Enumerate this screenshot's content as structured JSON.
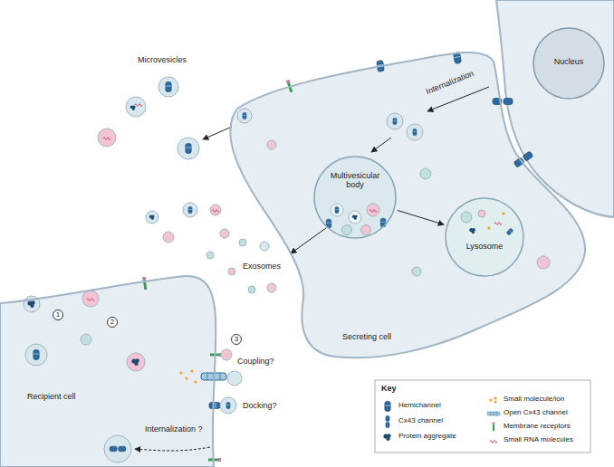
{
  "diagram": {
    "nodes": [
      {
        "text": [
          "Nucleus"
        ]
      },
      {
        "text": [
          "Secreting cell"
        ]
      },
      {
        "text": [
          "Multivesicular body"
        ],
        "in": 1
      },
      {
        "text": [
          "Lysosome"
        ],
        "in": 1
      },
      {
        "text": [
          "Recipient cell"
        ]
      }
    ],
    "edges": [
      {
        "from": 2,
        "to": 3,
        "arrow": "to"
      }
    ],
    "labels": [
      "Microvesicles",
      "Internalization",
      "Exosomes",
      "1",
      "2",
      "3",
      "Coupling?",
      "Docking?",
      "Internalization ?",
      "Key"
    ],
    "legend": [
      {
        "text": "Hemichannel"
      },
      {
        "text": "Cx43 channel"
      },
      {
        "text": "Protein aggregate"
      },
      {
        "text": "Small molecule/ion"
      },
      {
        "text": "Open Cx43 channel"
      },
      {
        "text": "Membrane receptors"
      },
      {
        "text": "Small RNA molecules"
      }
    ]
  }
}
